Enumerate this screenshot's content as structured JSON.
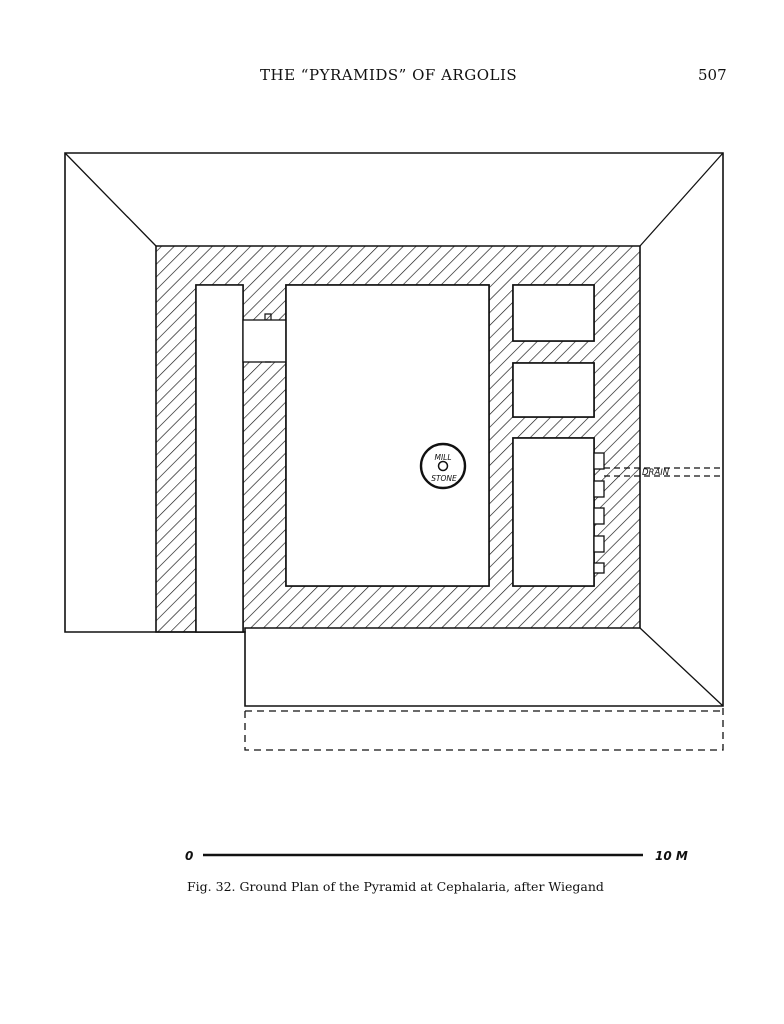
{
  "header": {
    "running_title": "THE “PYRAMIDS” OF ARGOLIS",
    "page_number": "507"
  },
  "plan_labels": {
    "mill_top": "MILL",
    "mill_bottom": "STONE",
    "drain": "DRAIN"
  },
  "scale_bar": {
    "start_label": "0",
    "end_label": "10 M"
  },
  "caption": "Fig. 32.  Ground Plan of the Pyramid at Cephalaria, after Wiegand"
}
